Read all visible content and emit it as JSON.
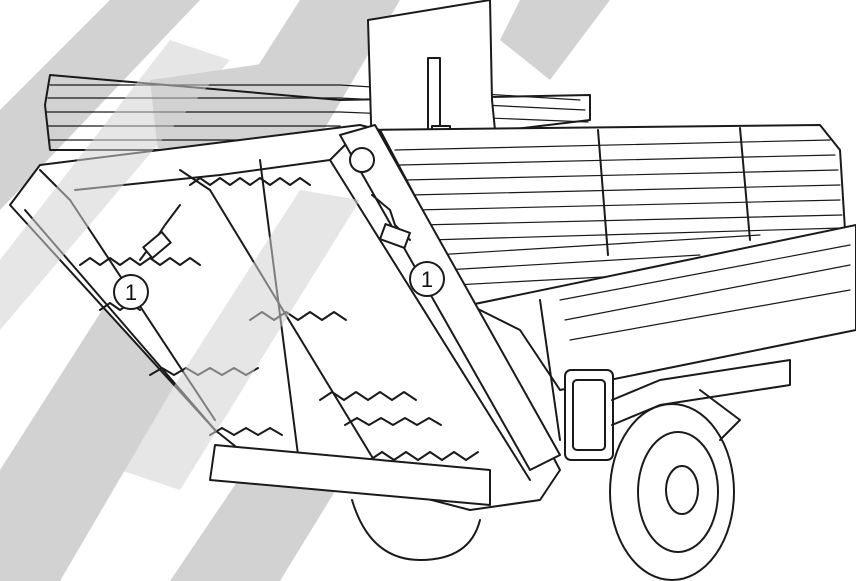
{
  "diagram": {
    "callouts": [
      {
        "id": "left",
        "label": "1"
      },
      {
        "id": "right",
        "label": "1"
      }
    ]
  },
  "colors": {
    "ink": "#1a1a1a",
    "watermark": "#d2d2d2",
    "background": "#ffffff"
  }
}
